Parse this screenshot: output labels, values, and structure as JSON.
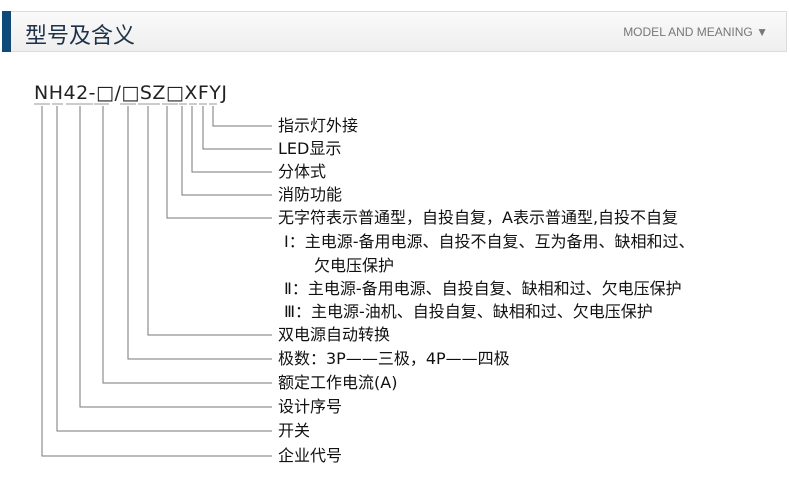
{
  "header": {
    "title": "型号及含义",
    "subtitle": "MODEL AND MEANING",
    "toggle_icon": "triangle-down-icon"
  },
  "model_code": "NH42-□/□SZ□XFYJ",
  "labels": [
    "指示灯外接",
    "LED显示",
    "分体式",
    "消防功能",
    "无字符表示普通型，自投自复，A表示普通型,自投不自复",
    "Ⅰ：主电源-备用电源、自投不自复、互为备用、缺相和过、",
    "欠电压保护",
    "Ⅱ：主电源-备用电源、自投自复、缺相和过、欠电压保护",
    "Ⅲ：主电源-油机、自投自复、缺相和过、欠电压保护",
    "双电源自动转换",
    "极数：3P——三极，4P——四极",
    "额定工作电流(A)",
    "设计序号",
    "开关",
    "企业代号"
  ]
}
